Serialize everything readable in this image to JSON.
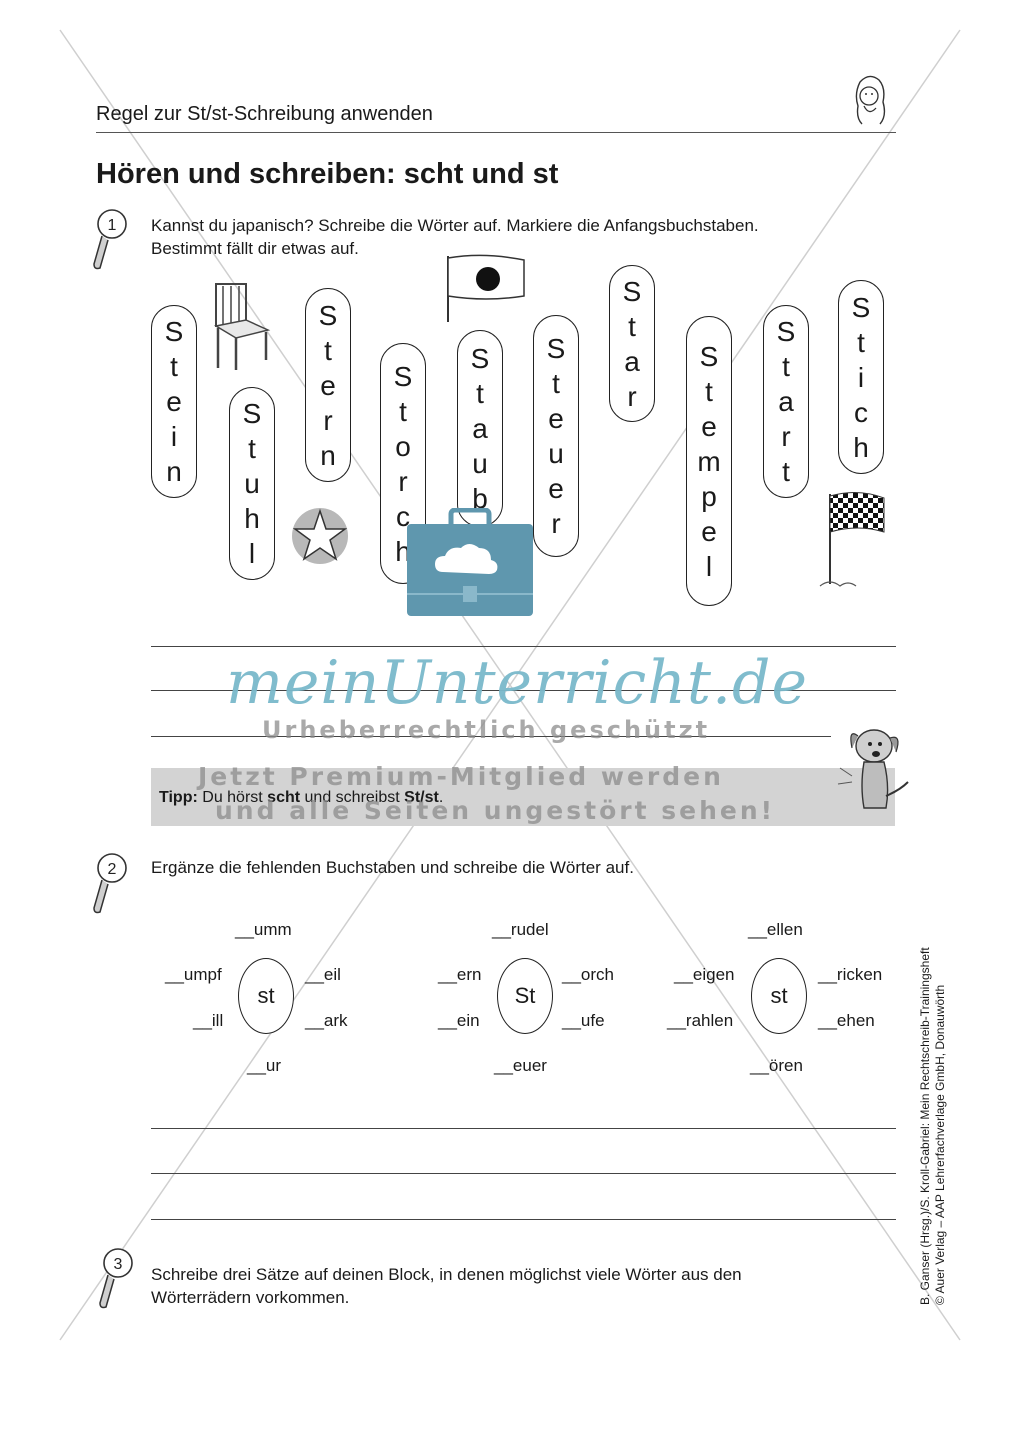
{
  "header": {
    "title": "Regel zur St/st-Schreibung anwenden"
  },
  "page_title": "Hören und schreiben: scht und st",
  "tasks": [
    {
      "number": "1",
      "text_line1": "Kannst du japanisch? Schreibe die Wörter auf. Markiere die Anfangsbuchstaben.",
      "text_line2": "Bestimmt fällt dir etwas auf."
    },
    {
      "number": "2",
      "text": "Ergänze die fehlenden Buchstaben und schreibe die Wörter auf."
    },
    {
      "number": "3",
      "text_line1": "Schreibe drei Sätze auf deinen Block, in denen möglichst viele Wörter aus den",
      "text_line2": "Wörterrädern vorkommen."
    }
  ],
  "vertical_words": [
    "Stein",
    "Stuhl",
    "Stern",
    "Storch",
    "Staub",
    "Steuer",
    "Star",
    "Stempel",
    "Start",
    "Stich"
  ],
  "tip": {
    "label": "Tipp:",
    "text_a": " Du hörst ",
    "bold_a": "scht",
    "text_b": " und schreibst ",
    "bold_b": "St/st",
    "text_c": "."
  },
  "watermark": {
    "logo": "meinUnterricht.de",
    "line1": "Urheberrechtlich geschützt",
    "line2": "Jetzt Premium-Mitglied werden",
    "line3": "und alle Seiten ungestört sehen!"
  },
  "wheels": [
    {
      "center": "st",
      "top": "__umm",
      "left_top": "__umpf",
      "right_top": "__eil",
      "left_bottom": "__ill",
      "right_bottom": "__ark",
      "bottom": "__ur"
    },
    {
      "center": "St",
      "top": "__rudel",
      "left_top": "__ern",
      "right_top": "__orch",
      "left_bottom": "__ein",
      "right_bottom": "__ufe",
      "bottom": "__euer"
    },
    {
      "center": "st",
      "top": "__ellen",
      "left_top": "__eigen",
      "right_top": "__ricken",
      "left_bottom": "__rahlen",
      "right_bottom": "__ehen",
      "bottom": "__ören"
    }
  ],
  "sidebar_credit": {
    "line1": "B. Ganser (Hrsg.)/S. Kroll-Gabriel: Mein Rechtschreib-Trainingsheft",
    "line2": "© Auer Verlag – AAP Lehrerfachverlage GmbH, Donauwörth"
  },
  "colors": {
    "watermark_blue": "#5f97ae",
    "tip_gray": "#d3d3d3"
  },
  "icons": [
    "magnifier-number-icon",
    "chair-icon",
    "japan-flag-icon",
    "star-icon",
    "briefcase-cloud-icon",
    "checkered-flag-icon",
    "dog-icon",
    "girl-portrait-icon"
  ]
}
